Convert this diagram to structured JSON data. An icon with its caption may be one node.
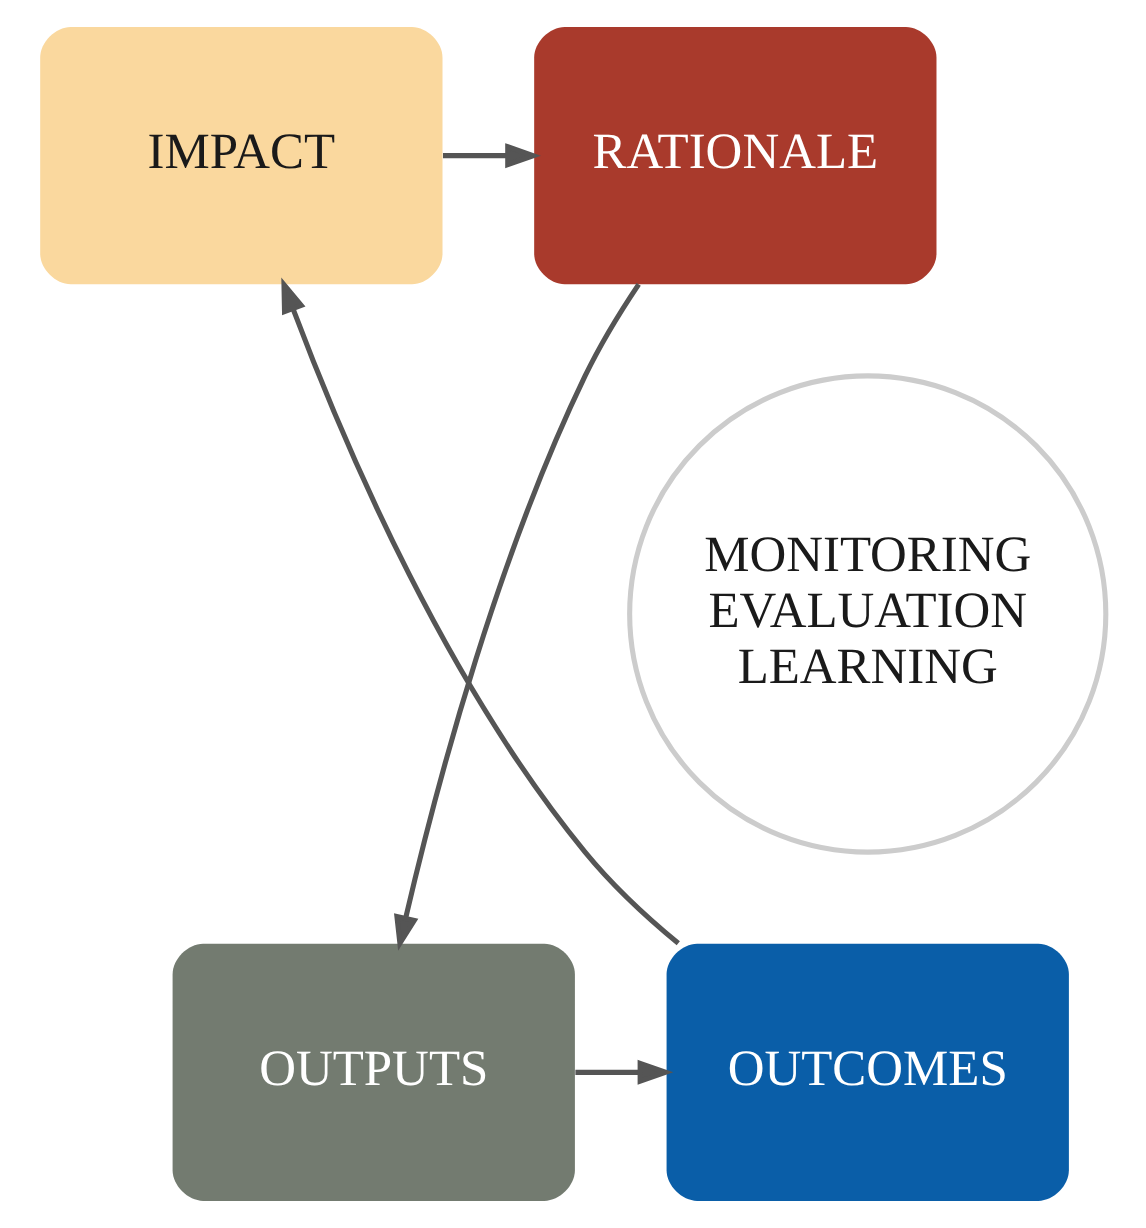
{
  "diagram": {
    "nodes": [
      {
        "text": [
          "IMPACT"
        ]
      },
      {
        "text": [
          "RATIONALE"
        ]
      },
      {
        "text": [
          "MONITORING EVALUATION LEARNING"
        ]
      },
      {
        "text": [
          "OUTCOMES"
        ]
      },
      {
        "text": [
          "OUTPUTS"
        ]
      }
    ],
    "edges": [
      {
        "from": 0,
        "to": 1,
        "arrow": "to"
      },
      {
        "from": 1,
        "to": 4,
        "arrow": "to"
      },
      {
        "from": 4,
        "to": 3,
        "arrow": "to"
      },
      {
        "from": 3,
        "to": 0,
        "arrow": "to"
      }
    ]
  }
}
